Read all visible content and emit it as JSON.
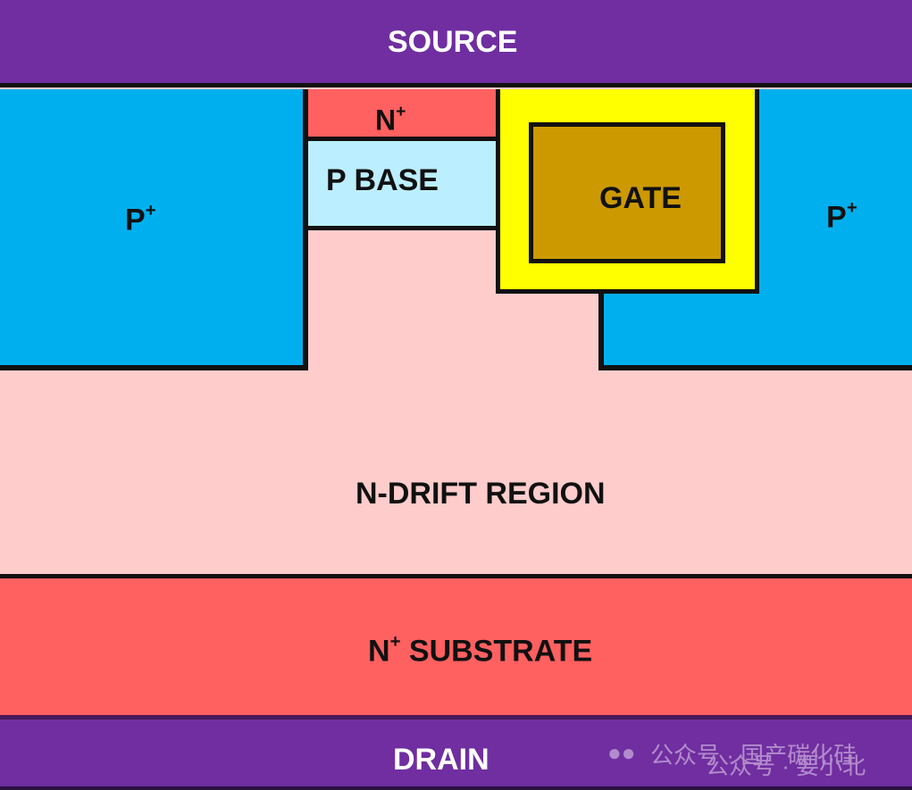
{
  "title": "MOSFET cross-section",
  "regions": {
    "source": {
      "label": "SOURCE",
      "color": "#702ea0"
    },
    "p_plus_left": {
      "label": "P",
      "sup": "+",
      "color": "#00b0ee"
    },
    "n_plus": {
      "label": "N",
      "sup": "+",
      "color": "#ff6060"
    },
    "p_base": {
      "label": "P BASE",
      "color": "#bbeeff"
    },
    "gate_oxide": {
      "color": "#ffff00"
    },
    "gate": {
      "label": "GATE",
      "color": "#cc9900"
    },
    "p_plus_right": {
      "label": "P",
      "sup": "+",
      "color": "#00b0ee"
    },
    "n_drift": {
      "label": "N-DRIFT REGION",
      "color": "#ffcccc"
    },
    "n_substrate": {
      "label": "N",
      "sup": "+",
      "label_rest": " SUBSTRATE",
      "color": "#ff6060"
    },
    "drain": {
      "label": "DRAIN",
      "color": "#702ea0"
    }
  },
  "watermark": {
    "text1": "公众号 · 国产碳化硅",
    "text2": "公众号 · 要小北"
  }
}
